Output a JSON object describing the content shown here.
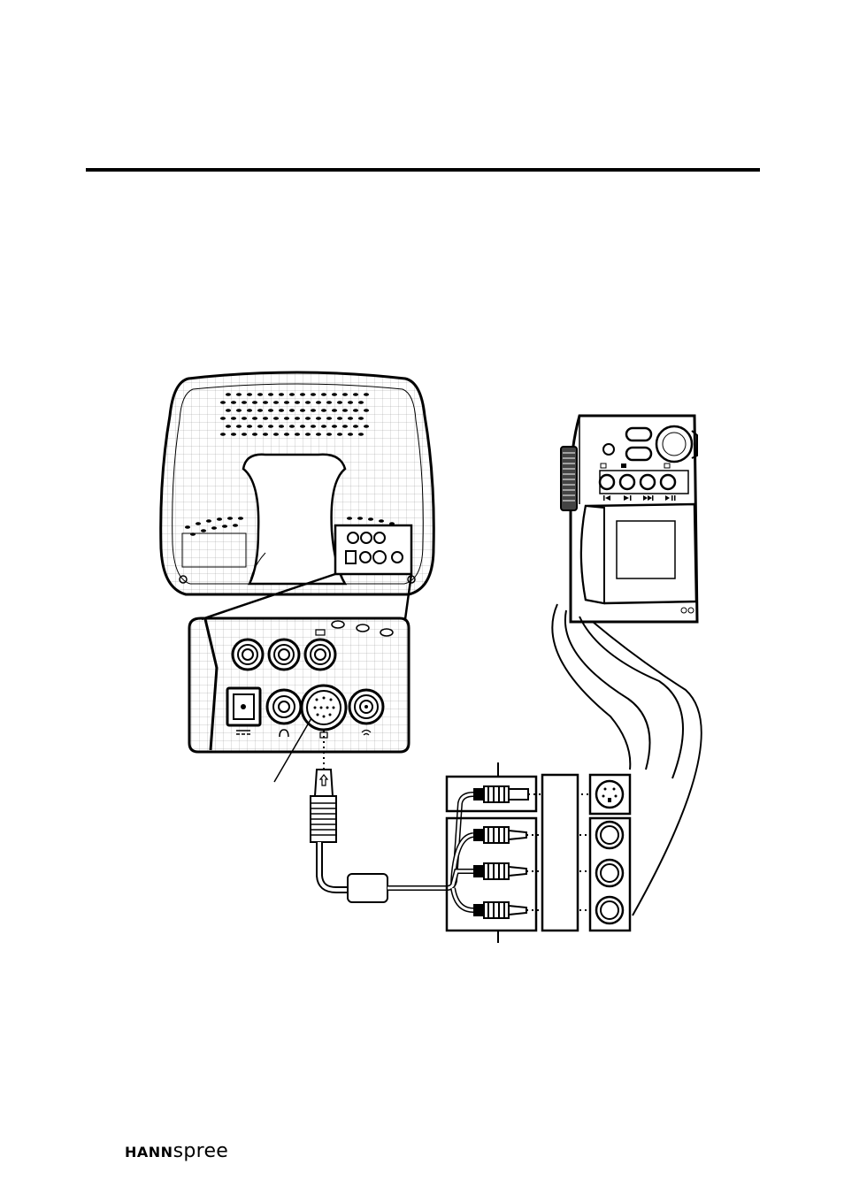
{
  "brand": {
    "logo_bold": "HANN",
    "logo_light": "spree"
  },
  "colors": {
    "ink": "#000000",
    "paper": "#ffffff"
  },
  "figure": {
    "devices": [
      "tv-rear",
      "jack-panel-closeup",
      "av-cable",
      "camcorder"
    ],
    "icons": [
      "dc-in-icon",
      "headphone-icon",
      "av-in-icon",
      "antenna-icon",
      "play-icon",
      "skip-back-icon",
      "skip-forward-icon"
    ]
  }
}
